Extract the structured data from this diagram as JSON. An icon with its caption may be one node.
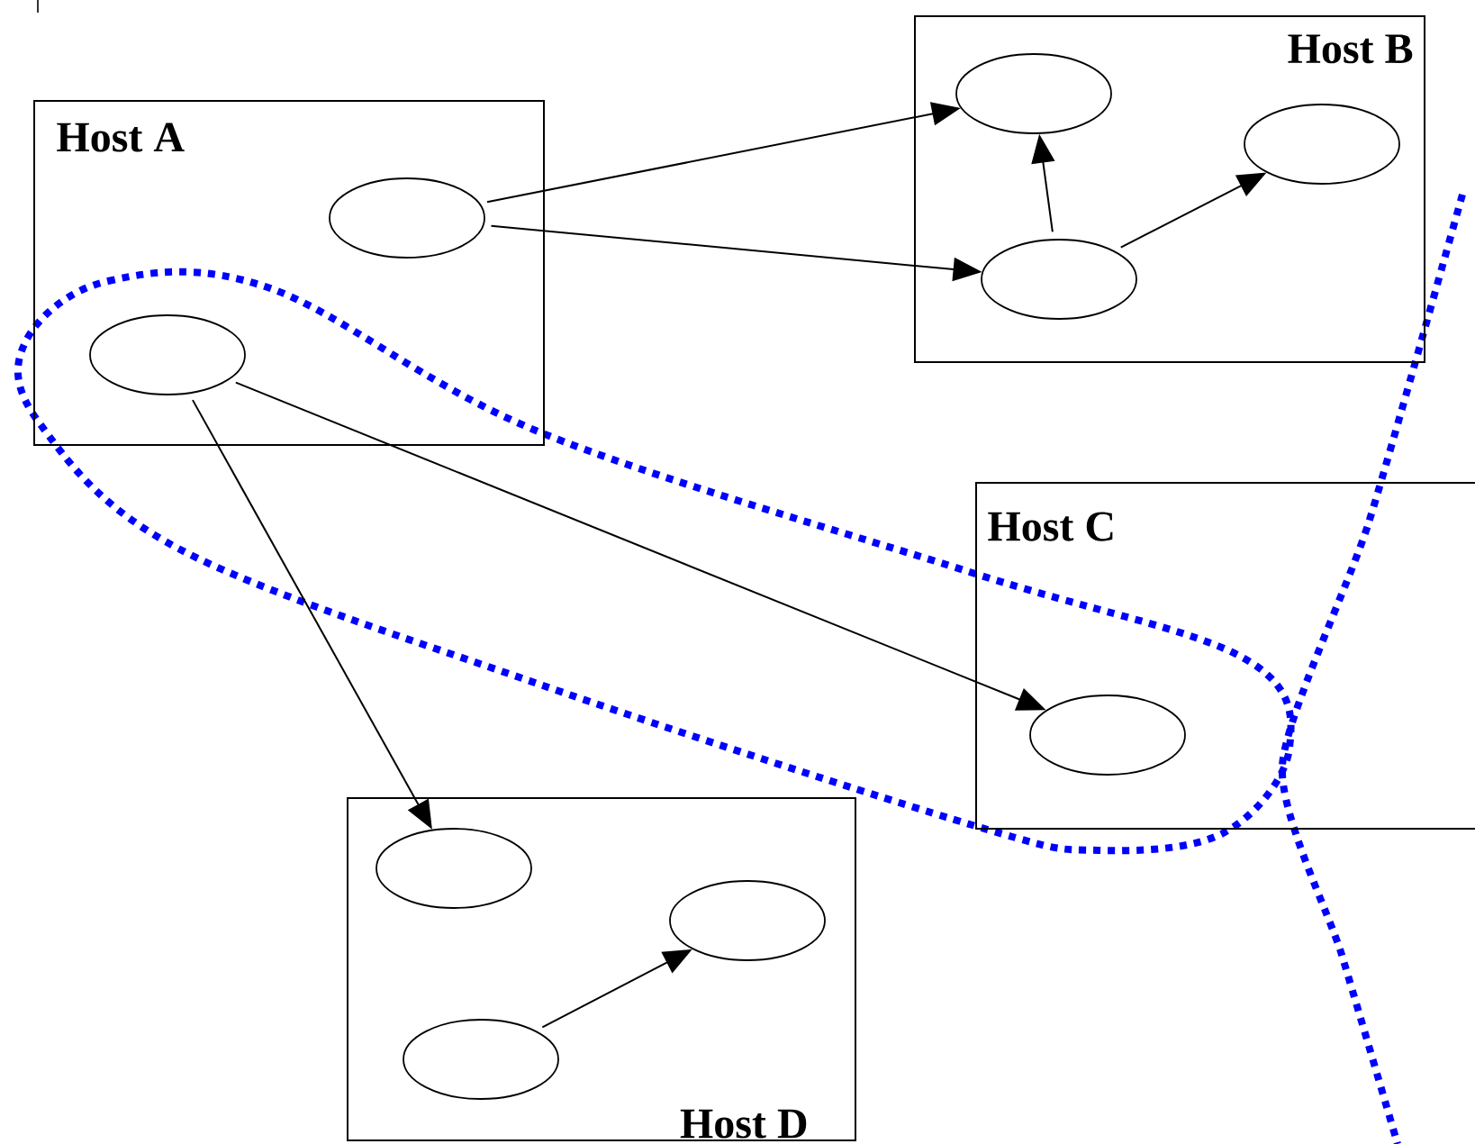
{
  "diagram": {
    "nodes": [
      {
        "text": [
          "Host A"
        ]
      },
      {
        "text": [],
        "shape": "ellipse",
        "in": 0
      },
      {
        "text": [],
        "shape": "ellipse",
        "in": 0
      },
      {
        "text": [
          "Host B"
        ]
      },
      {
        "text": [],
        "shape": "ellipse",
        "in": 3
      },
      {
        "text": [],
        "shape": "ellipse",
        "in": 3
      },
      {
        "text": [],
        "shape": "ellipse",
        "in": 3
      },
      {
        "text": [
          "Host C"
        ]
      },
      {
        "text": [],
        "shape": "ellipse",
        "in": 7
      },
      {
        "text": [
          "Host D"
        ]
      },
      {
        "text": [],
        "shape": "ellipse",
        "in": 9
      },
      {
        "text": [],
        "shape": "ellipse",
        "in": 9
      },
      {
        "text": [],
        "shape": "ellipse",
        "in": 9
      }
    ],
    "edges": [
      {
        "from": 1,
        "to": 4,
        "arrow": "to"
      },
      {
        "from": 1,
        "to": 6,
        "arrow": "to"
      },
      {
        "from": 6,
        "to": 4,
        "arrow": "to"
      },
      {
        "from": 6,
        "to": 5,
        "arrow": "to"
      },
      {
        "from": 2,
        "to": 8,
        "arrow": "to"
      },
      {
        "from": 2,
        "to": 10,
        "arrow": "to"
      },
      {
        "from": 12,
        "to": 11,
        "arrow": "to"
      }
    ]
  }
}
